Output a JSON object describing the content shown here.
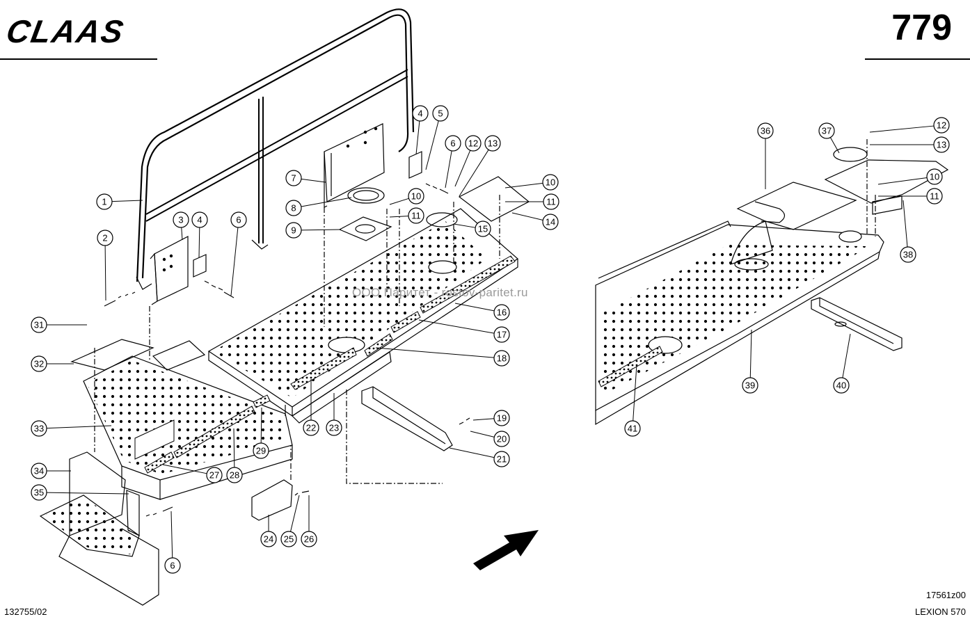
{
  "header": {
    "brand": "CLAAS",
    "page_number": "779"
  },
  "footer": {
    "doc_number": "132755/02",
    "drawing_id": "17561z00",
    "model": "LEXION 570"
  },
  "watermark": "ООО Паритет - rostov-paritet.ru",
  "callout_labels": [
    "1",
    "2",
    "3",
    "4",
    "4",
    "5",
    "6",
    "6",
    "6",
    "7",
    "8",
    "9",
    "10",
    "10",
    "10",
    "11",
    "11",
    "11",
    "12",
    "12",
    "13",
    "13",
    "14",
    "15",
    "16",
    "17",
    "18",
    "19",
    "20",
    "21",
    "22",
    "23",
    "24",
    "25",
    "26",
    "27",
    "28",
    "29",
    "31",
    "32",
    "33",
    "34",
    "35",
    "36",
    "37",
    "38",
    "39",
    "40",
    "41"
  ]
}
